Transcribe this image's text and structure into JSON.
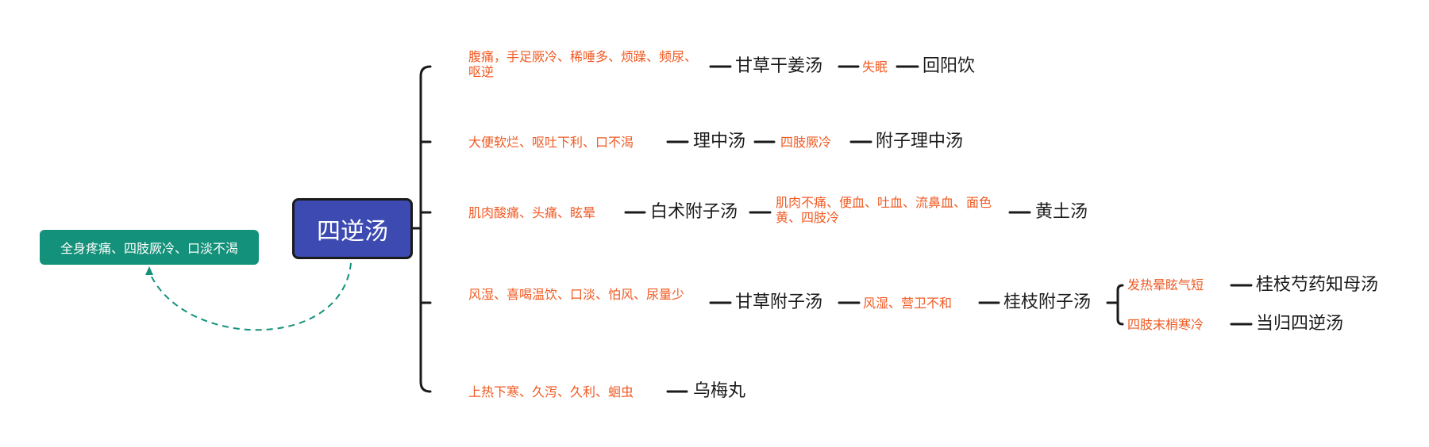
{
  "root": {
    "label": "四逆汤"
  },
  "side_note": {
    "label": "全身疼痛、四肢厥冷、口淡不渴"
  },
  "branches": [
    {
      "condition": "腹痛，手足厥冷、稀唾多、烦躁、频尿、呕逆",
      "formula": "甘草干姜汤",
      "cond2": "失眠",
      "formula2": "回阳饮"
    },
    {
      "condition": "大便软烂、呕吐下利、口不渴",
      "formula": "理中汤",
      "cond2": "四肢厥冷",
      "formula2": "附子理中汤"
    },
    {
      "condition": "肌肉酸痛、头痛、眩晕",
      "formula": "白术附子汤",
      "cond2": "肌肉不痛、便血、吐血、流鼻血、面色黄、四肢冷",
      "formula2": "黄土汤"
    },
    {
      "condition": "风湿、喜喝温饮、口淡、怕风、尿量少",
      "formula": "甘草附子汤",
      "cond2": "风湿、营卫不和",
      "formula2": "桂枝附子汤",
      "sub": [
        {
          "condition": "发热晕眩气短",
          "formula": "桂枝芍药知母汤"
        },
        {
          "condition": "四肢末梢寒冷",
          "formula": "当归四逆汤"
        }
      ]
    },
    {
      "condition": "上热下寒、久泻、久利、蛔虫",
      "formula": "乌梅丸"
    }
  ],
  "colors": {
    "root_fill": "#3c4ab1",
    "side_fill": "#14917a",
    "condition_text": "#f05a23",
    "connector": "#1a1a1a",
    "dashed_arrow": "#14917a"
  }
}
